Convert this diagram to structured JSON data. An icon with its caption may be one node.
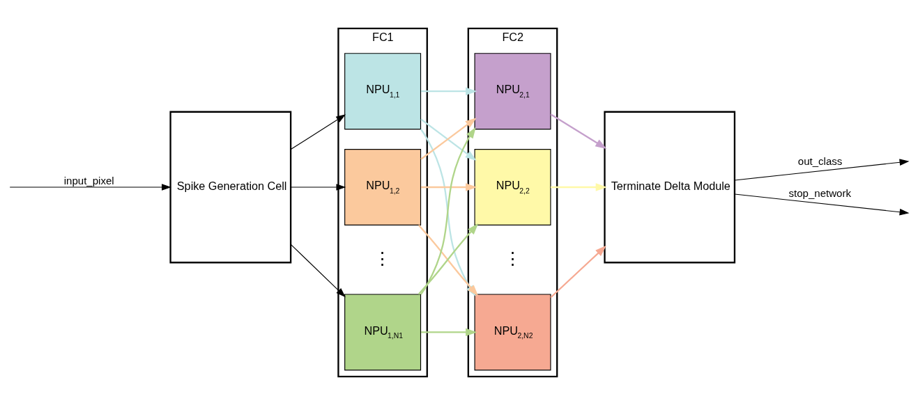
{
  "diagram": {
    "nodes": [
      {
        "text": [
          "Spike Generation Cell"
        ]
      },
      {
        "text": [
          "FC1"
        ]
      },
      {
        "text": [
          "NPU$_{1,1}$"
        ],
        "in": 1
      },
      {
        "text": [
          "NPU$_{1,2}$"
        ],
        "in": 1
      },
      {
        "text": [
          "NPU$_{1,N1}$"
        ],
        "in": 1
      },
      {
        "text": [
          "FC2"
        ]
      },
      {
        "text": [
          "NPU$_{2,1}$"
        ],
        "in": 5
      },
      {
        "text": [
          "NPU$_{2,2}$"
        ],
        "in": 5
      },
      {
        "text": [
          "NPU$_{2,N2}$"
        ],
        "in": 5
      },
      {
        "text": [
          "Terminate Delta Module"
        ]
      }
    ],
    "edges": [
      {
        "from": null,
        "to": 0,
        "arrow": "to",
        "label": "input_pixel"
      },
      {
        "from": 0,
        "to": 2,
        "arrow": "to"
      },
      {
        "from": 0,
        "to": 3,
        "arrow": "to"
      },
      {
        "from": 0,
        "to": 4,
        "arrow": "to"
      },
      {
        "from": 2,
        "to": 6,
        "arrow": "to",
        "color": "#bce4e5"
      },
      {
        "from": 2,
        "to": 7,
        "arrow": "to",
        "color": "#bce4e5"
      },
      {
        "from": 2,
        "to": 8,
        "arrow": "to",
        "color": "#bce4e5"
      },
      {
        "from": 3,
        "to": 6,
        "arrow": "to",
        "color": "#fbc99d"
      },
      {
        "from": 3,
        "to": 7,
        "arrow": "to",
        "color": "#fbc99d"
      },
      {
        "from": 3,
        "to": 8,
        "arrow": "to",
        "color": "#fbc99d"
      },
      {
        "from": 4,
        "to": 6,
        "arrow": "to",
        "color": "#b0d58a"
      },
      {
        "from": 4,
        "to": 7,
        "arrow": "to",
        "color": "#b0d58a"
      },
      {
        "from": 4,
        "to": 8,
        "arrow": "to",
        "color": "#b0d58a"
      },
      {
        "from": 6,
        "to": 9,
        "arrow": "to",
        "color": "#c5a0cc"
      },
      {
        "from": 7,
        "to": 9,
        "arrow": "to",
        "color": "#fff9a8"
      },
      {
        "from": 8,
        "to": 9,
        "arrow": "to",
        "color": "#f6a992"
      },
      {
        "from": 9,
        "to": null,
        "arrow": "to",
        "label": "out_class"
      },
      {
        "from": 9,
        "to": null,
        "arrow": "to",
        "label": "stop_network"
      }
    ],
    "labels": [
      "⋮",
      "⋮"
    ]
  }
}
